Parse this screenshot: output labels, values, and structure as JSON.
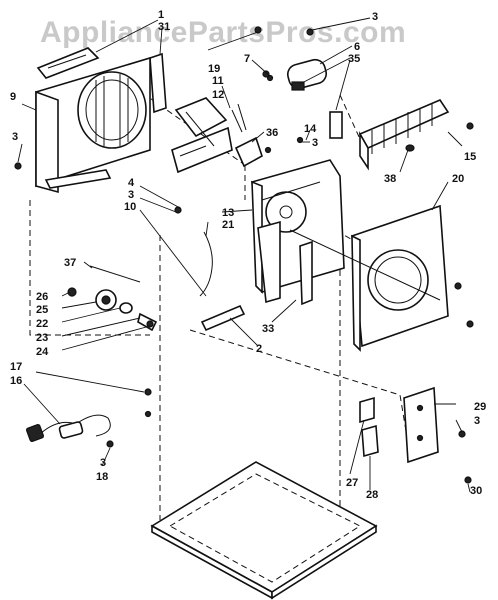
{
  "watermark": "AppliancePartsPros.com",
  "callouts": [
    "1",
    "31",
    "3",
    "6",
    "35",
    "7",
    "9",
    "3",
    "19",
    "11",
    "12",
    "36",
    "14",
    "3",
    "4",
    "3",
    "10",
    "13",
    "21",
    "15",
    "38",
    "20",
    "37",
    "26",
    "25",
    "22",
    "23",
    "24",
    "17",
    "16",
    "3",
    "18",
    "33",
    "2",
    "29",
    "3",
    "27",
    "28",
    "30"
  ]
}
